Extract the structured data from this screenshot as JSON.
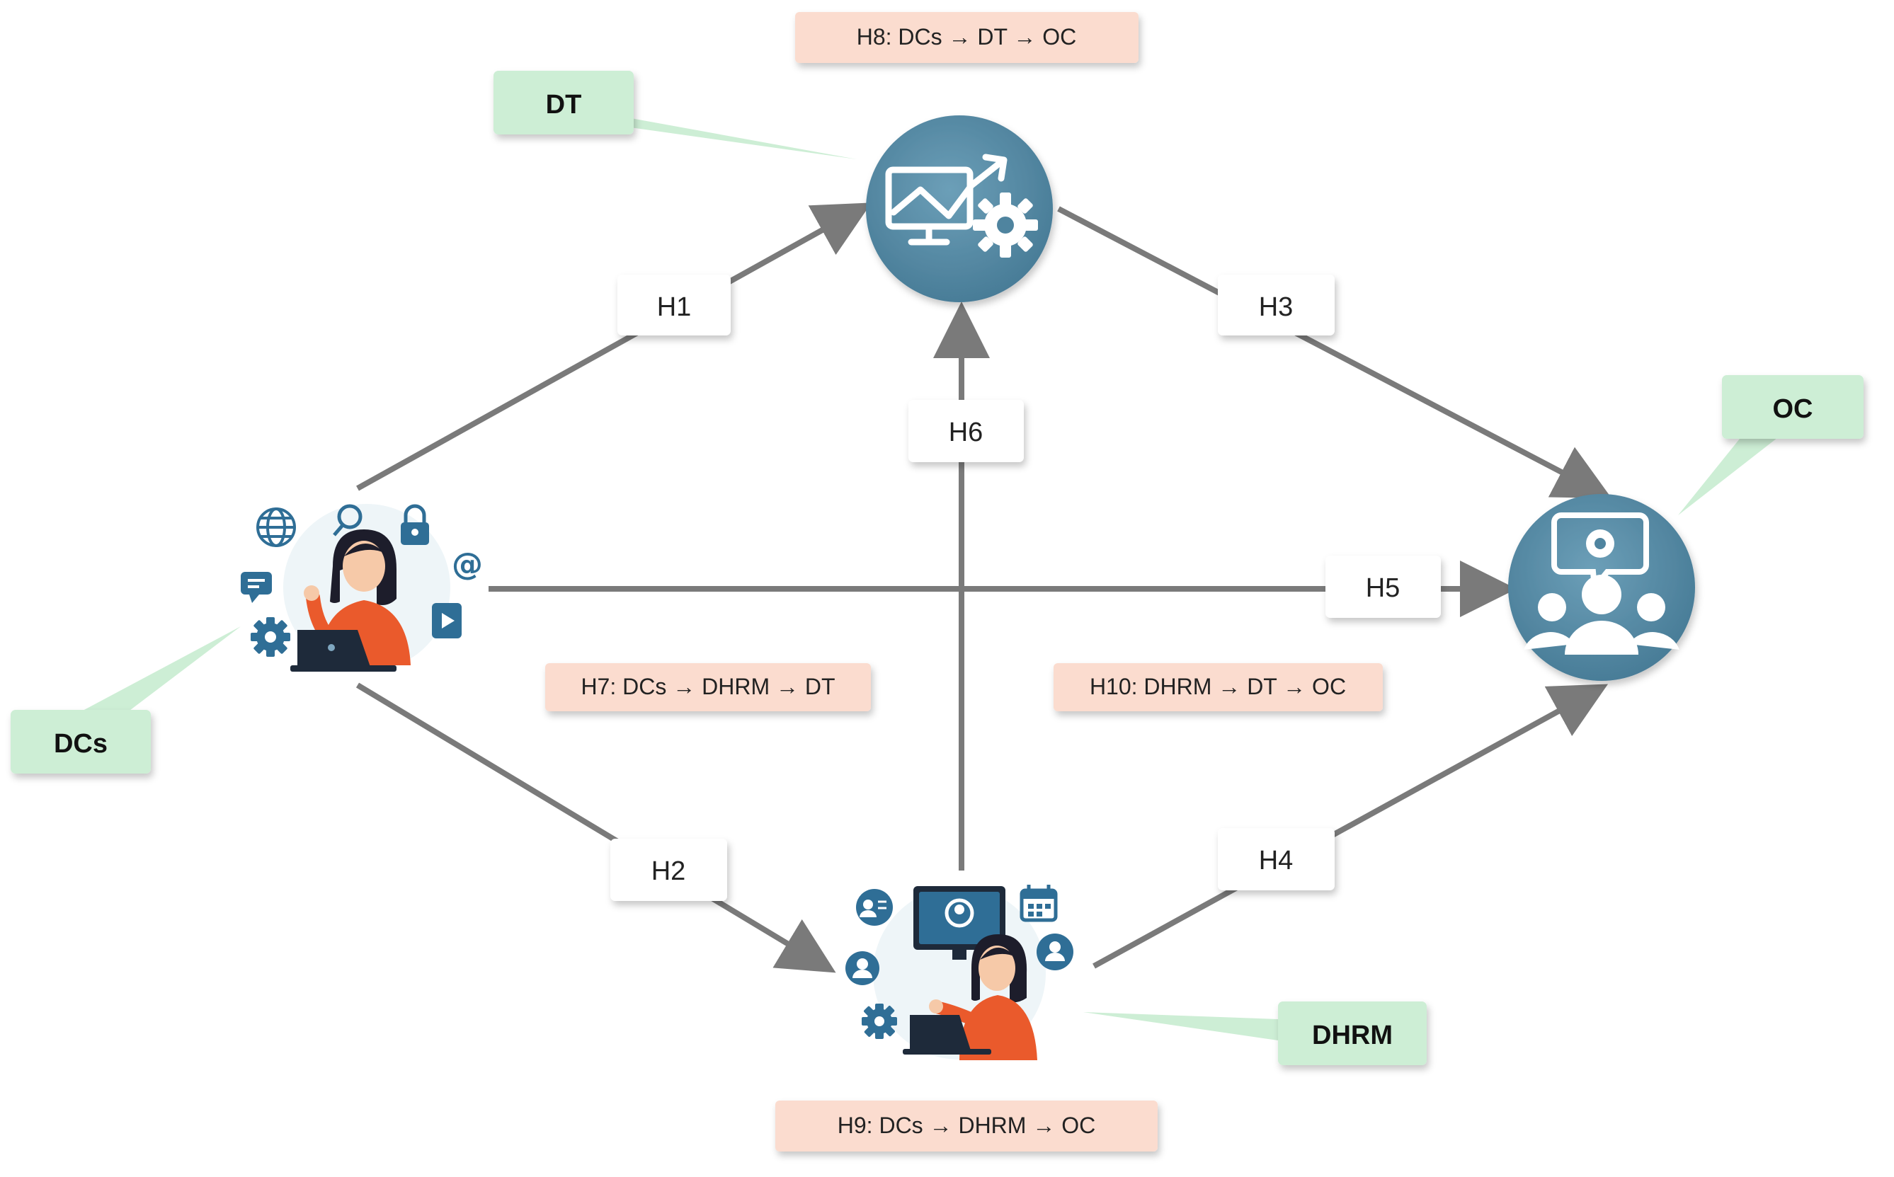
{
  "nodes": {
    "dt": "DT",
    "oc": "OC",
    "dcs": "DCs",
    "dhrm": "DHRM"
  },
  "paths": {
    "h1": "H1",
    "h2": "H2",
    "h3": "H3",
    "h4": "H4",
    "h5": "H5",
    "h6": "H6"
  },
  "mediation": {
    "h7": "H7: DCs → DHRM → DT",
    "h8": "H8: DCs → DT → OC",
    "h9": "H9: DCs → DHRM → OC",
    "h10": "H10: DHRM → DT → OC"
  },
  "colors": {
    "node_circle": "#4f849f",
    "node_label_bg": "#cdeed5",
    "mediation_bg": "#fbdccf",
    "arrow": "#7a7a7a",
    "accent_orange": "#ea5a2c",
    "icon_blue": "#2f6e96"
  },
  "icons": [
    "monitor-growth-gear-icon",
    "team-gear-chat-icon",
    "woman-laptop-digital-icons",
    "woman-hr-dashboard-icons"
  ]
}
